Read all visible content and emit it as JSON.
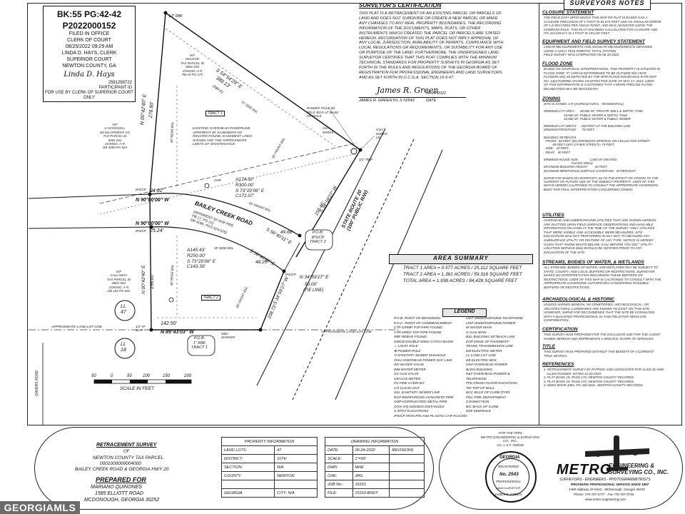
{
  "stamp": {
    "book_page": "BK:55 PG:42-42",
    "instrument": "P2022000152",
    "line1": "FILED IN OFFICE",
    "line2": "CLERK OF COURT",
    "line3": "08/25/2022 09:29 AM",
    "line4": "LINDA D. HAYS, CLERK",
    "line5": "SUPERIOR COURT",
    "line6": "NEWTON COUNTY, GA",
    "signature": "Linda D. Hays",
    "id": "2591298722",
    "participant": "PARTICIPANT ID",
    "note": "FOR USE BY CLERK OF SUPERIOR COURT ONLY"
  },
  "certification": {
    "title": "SURVEYOR'S CERTIFICATION",
    "text": "THIS PLAT IS A RETRACEMENT OF AN EXISTING PARCEL OR PARCELS OF\nLAND AND DOES NOT SUBDIVIDE OR CREATE A NEW PARCEL OR MAKE\nANY CHANGES TO ANY REAL PROPERTY BOUNDARIES. THE RECORDING\nINFORMATION OF THE DOCUMENTS, MAPS, PLATS, OR OTHER\nINSTRUMENTS WHICH CREATED THE PARCEL OR PARCELS ARE STATED\nHEREON. RECORDATION OF THIS PLAT DOES NOT IMPLY APPROVAL OF\nANY LOCAL JURISDICTION, AVAILABILITY OF PERMITS, COMPLIANCE WITH\nLOCAL REGULATIONS OR REQUIREMENTS, OR SUITABILITY FOR ANY USE\nOR PURPOSE OF THE LAND. FURTHERMORE, THE UNDERSIGNED LAND\nSURVEYOR CERTIFIES THAT THIS PLAT COMPLIES WITH THE MINIMUM\nTECHNICAL STANDARDS FOR PROPERTY SURVEYS IN GEORGIA AS SET\nFORTH IN THE RULES AND REGULATIONS OF THE GEORGIA BOARD OF\nREGISTRATION FOR PROFESSIONAL ENGINEERS AND LAND SURVEYORS\nAND AS SET FORTH IN O.C.G.A. SECTION 15-6-67.",
    "signature": "James R. Green",
    "sign_date": "06-24-2022",
    "signer": "JAMES R. GREEN P.L.S #2543",
    "date_label": "DATE"
  },
  "notes": {
    "title": "SURVEYORS NOTES",
    "closure_title": "CLOSURE STATEMENT",
    "closure_text": "THE FIELD DATA UPON WHICH THIS MAP OR PLAT IS BASED HAS A\nCLOSURE PRECISION OF 1 FOOT IN 81,674 FEET AND AN ANGULAR ERROR\nOF 1.6 SECONDS PER ANGLE POINT, AND WAS ADJUSTED USING THE\nCOMPASS RULE. THIS PLAT HAS BEEN CALCULATED FOR CLOSURE AND\nITS ACCURACY IS 1 FOOT IN 193,197 FEET.",
    "equipment_title": "EQUIPMENT AND FIELD SURVEY STATEMENT",
    "equipment_text": "LINEAR MEASUREMENTS AND ANGULAR MEASUREMENTS OBTAINED\nUSING A LEICA TS16 ROBOTIC TOTAL STATION\nFIELD SURVEY WAS COMPLETED ON 06-16-2022",
    "flood_title": "FLOOD ZONE",
    "flood_text": "BASED ON GRAPHICAL INTERPRETATION, THIS PROPERTY IS SITUATED IN\nFLOOD ZONE \"X\" (AREAS DETERMINED TO BE OUTSIDE 500 YEAR\nFLOODPLAIN) AS DEPICTED BY THE NFIP FLOOD INSURANCE RATE MAP\nNO. 13217C0095D HAVING AN EFFECTIVE DATE OF MAY 17, 2014. USER\nOF THIS INFORMATION IS CAUTIONED THAT A MORE PRECISE FLOOD\nDELINEATION MAY BE NECESSARY.",
    "zoning_title": "ZONING",
    "zoning_text": "SITE IS ZONED: A-R (AGRICULTURAL - RESIDENTIAL)\n\nMINIMUM LOT AREA:      60,000 SF; PRIVATE WELL & SEPTIC TANK\n                       43,560 SF; PUBLIC WATER & SEPTIC TANK\n                       43,560 SF; PUBLIC WATER & PUBLIC SEWER\n\nMINIMUM LOT WIDTH:     150 FEET AT THE BUILDING LINE\nMINIMUM FRONTAGE:      75 FEET\n\nBUILDING SETBACKS\n  FRONT:  60 FEET (MAJOR/MINOR ARTERIAL OR COLLECTOR STREET\n          40 FEET (ANY OTHER STREET)= 75 FEET\n  SIDE:   15 FEET\n  REAR:   40 FEET\n\nMINIMUM HOUSE SIZE:             1,600 SF (HEATED\n                                FLOOR AREA)\nMAXIMUM BUILDING HEIGHT:        40 FEET\nMAXIMUM IMPERVIOUS SURFACE COVERAGE:  20 PERCENT\n\nSURVEYOR MAKES NO WARRANTY AS TO THE EFFECT OF ZONING TO THE\nCURRENT OR FUTURE USE OF THE SUBJECT PROPERTY. USER OF THIS\nMAP IS HEREBY CAUTIONED TO CONSULT THE APPROPRIATE GOVERNING\nBODY FOR FINAL INTERPRETATION CONCERNING ZONING",
    "utilities_title": "UTILITIES",
    "utilities_text": "OVERHEAD AND UNDERGROUND UTILITIES THAT ARE SHOWN HEREON\nARE PLOTTED UPON FIELD SURFACE OBSERVATIONS AND AVAILABLE\nINFORMATION ON HAND AT THE TIME OF THE SURVEY. ONLY UTILITIES\nTHAT WERE VISIBLE AND ACCESSIBLE WERE MEASURED. SITE\nEXCAVATION WAS NOT PERFORMED IN ANY WAY TO MEASURE ANY\nSUBSURFACE UTILITY OR FEATURE OF ANY TYPE. NOTICE IS HEREBY\nGIVEN THAT \"KNOW WHATS BELOW. CALL BEFORE YOU DIG.\" UTILITY\nLOCATION SERVICE (811) SHOULD BE NOTIFIED PRIOR TO ANY\nEXCAVATION OF THE SITE.",
    "streams_title": "STREAMS, BODIES OF WATER, & WETLANDS",
    "streams_text": "ALL STREAMS, BODIES OF WATER, AND WETLANDS MAY BE SUBJECT TO\nSTATE, COUNTY, AND LOCAL BUFFERS OR RESTRICTIONS. SURVEYOR\nMAKES NO INTERPRETATION REGARDING THESE BUFFERS OR\nRESTRICTIONS. USER OF THIS MAP IS CAUTIONED TO CONSULT WITH THE\nAPPROPRIATE GOVERNING AUTHORITIES CONCERNING POSSIBLE\nBUFFERS OR RESTRICTIONS.",
    "arch_title": "ARCHAEOLOGICAL & HISTORIC",
    "arch_text": "UNLESS SHOWN HEREON, NO CEMETERIES, ARCHEOLOGICAL, OR\nARCHITECTURAL LANDMARKS ARE KNOWN TO EXIST ON THIS SITE.\nHOWEVER, SURVEYOR RECOMMENDS THAT THE SITE BE CONSULTED\nWITH A QUALIFIED PROFESSIONAL IN THIS FIELD FOR ABSOLUTE\nCONFIRMATION.",
    "cert_title": "CERTIFICATION",
    "cert_text": "THIS SURVEY WAS PREPARED FOR THE EXCLUSIVE USE FOR THE CLIENT\nNAMED HEREON AND REPRESENTS A SPECIFIC SCOPE OF SERVICES.",
    "title_title": "TITLE",
    "title_text": "THIS SURVEY WAS PREPARED WITHOUT THE BENEFIT OF A CURRENT\nTITLE SEARCH",
    "refs_title": "REFERENCES",
    "refs_text": "1. RETRACEMENT SURVEY BY PATRICK AND ASSOCIATES FOR ALICE ELAINE\n   ALLEN ROSSER. DATED 12-03-2015.\n2. PLAT BOOK 19, PAGE 173, NEWTON COUNTY RECORDS\n3. PLAT BOOK 19, PAGE 272, NEWTON COUNTY RECORDS\n4. DEED BOOK 4381, PG 420-4441, NEWTON COUNTY RECORDS"
  },
  "area_summary": {
    "title": "AREA SUMMARY",
    "rows": [
      "TRACT 1     AREA = 0.577 ACRES / 25,112 SQUARE FEET",
      "TRACT 2     AREA = 1.361 ACRES / 59,316 SQUARE FEET",
      "TOTAL       AREA = 1.938 ACRES / 84,428 SQUARE FEET"
    ]
  },
  "legend": {
    "title": "LEGEND",
    "left": [
      "P.O.B.   POINT OF BEGINNING",
      "P.O.C.   POINT OF COMMENCEMENT",
      "CTP      CRIMP TOP PIPE FOUND",
      "OTP      OPEN TOP PIPE FOUND",
      "RBF      REBAR FOUND",
      "DWCB     DOUBLE WING CATCH BASIN",
      "☼        LIGHT POLE",
      "⊕        POWER POLE",
      "⊙        SANITARY SEWER MANHOLE",
      "OHU      OVERHEAD POWER SVC LINE",
      "WV       WATER VALVE",
      "WM       WATER METER",
      "GV       GAS VALVE",
      "GM       GAS METER",
      "FH       FIRE HYDRANT",
      "CO       CLEAN OUT",
      "SSL      SANITARY SEWER LINE",
      "RCP      REINFORCED CONCRETE PIPE",
      "CMP      CORRUGATED METAL PIPE",
      "(XXX.XX) DEEDED DISTANCES",
      "X        SPOT ELEVATIONS",
      "IPS/CP   IRON PIN AND PLASTIC CAP PLACED"
    ],
    "right": [
      "UGT   UNDERGROUND TELEPHONE",
      "UGP   UNDERGROUND POWER",
      "W     WATER MAIN",
      "G     GAS MAIN",
      "BSL   BUILDING SETBACK LINE",
      "EOP   EDGE OF PAVEMENT",
      "TRANS TRANSMISSION LINE",
      "EM    ELECTRIC METER",
      "LL    LAND LOT LINE",
      "EB    ELECTRIC BOX",
      "OHP   OVERHEAD POWER",
      "BLDG  BUILDING",
      "P&T   OVERHEAD POWER &",
      "      TELEPHONE",
      "FFE   FINISH FLOOR ELEVATION",
      "TW    TOP OF WALL",
      "BCC   BACK OF CURB (TOP)",
      "FDC   FIRE DEPARTMENT",
      "      CONNECTION",
      "B/C   BACK OF CURB",
      "S/W   SIDEWALK"
    ]
  },
  "plat": {
    "bearing_1": "S 54°54'29\" E",
    "dist_1": "389.13'",
    "deed_1": "(389.4')",
    "bearing_west": "N 00°42'40\" E",
    "dist_west": "276.90'",
    "rbf_top": "1/2\" RBF",
    "mcleod": "N/F\nMCLEOD\nTAX PARCEL ID\n0001 039\nZONING: A-R\nPB 19 PG 175",
    "goodsell": "N/F\nS GOODSELL\nDEVELOPMENT CO\nTAX PARCEL ID\n0001 041\nZONING: A-R\nDB 4280 PG 524",
    "callaway": "N/F\nCALLAWAY\nTAX PARCEL ID\n0001 043\nZONING: A-R\nDB 192 PG 652",
    "overhead_note": "EXISTING OVERHEAD POWERLINE\nAPPARENT 30' EASEMENT NO\nRECORD FOUND. EASEMENT LINES\nSHOWN ARE THE APPROXIMATE\nLIMITS OF MAINTENANCE",
    "tract1_label": "TRACT 1",
    "tract2_label": "TRACT 2",
    "curve1": "A174.52'\nR300.00'\nS 73°20'06\" E\nC172.07'",
    "curve2": "A145.43'\nR250.00'\nS 73°20'06\" E\nC143.39'",
    "n90_1": "N 90°00'00\" W",
    "n90_2": "N 90°00'00\" W",
    "d2462": "24.62'",
    "d2524": "25.24'",
    "road_name": "BAILEY CREEK ROAD",
    "road_sub": "(APPARENT 50' R/W PER\nPB 17, PG 22)\nDB 4286, PGS 524-526)",
    "s56_1": "S 56°40'11\" E",
    "d4068": "49.68'",
    "s56_2": "S 56°40'11\" E",
    "d4825": "48.25'",
    "s34_1": "S 34°59'27\" W",
    "d15846": "158.46'",
    "s34_2": "S 34°59'27\" W",
    "d10873": "108.73'",
    "sr20": "STATE ROUTE 20\n(100' PUBLIC R/W)",
    "tie_bearing": "N 34°59'27\" E",
    "tie_dist": "50.00'",
    "tie_label": "(TIE LINE)",
    "pob1": "P.O.B.\n1\" RBF\nTRACT 1",
    "pob2": "P.O.B.\nIPS/CP\nTRACT 2",
    "n00_2": "N 00°42'40\" E",
    "d156": "156.00'",
    "n89": "N 89°43'03\" W",
    "d14250": "142.50'",
    "ll47": "LL\n47",
    "ll18": "LL\n18",
    "approx_ll": "APPROXIMATE LAND LOT LINE",
    "approx_ll2": "APPROXIMATE LAND LOT LINE",
    "power_pole": "POWER POLE W/\nTELE BOX AT BASE\nOF POLE",
    "guy_wires": "GUY\nWIRES",
    "guy_wires2": "GUY\nWIRES\n(4)",
    "rbf_right": "1/2\" RBF",
    "rbf_left": "1/2\" IP\n& CP",
    "rbf_marker": "RBO\nMARKER",
    "ips1": "IPS/CP",
    "ips2": "IPS/CP",
    "ips3": "IPS/CP",
    "gavers": "GAVERS ROAD",
    "bsl_15": "15' SIDE BSL",
    "bsl_15b": "15' SIDE BSL",
    "bsl_40": "40' REAR BSL",
    "bsl_40b": "40' REAR BSL",
    "bsl_60": "60' FRONT BSL",
    "bsl_60b": "60' FRONT BSL",
    "bsl_60c": "60' FRONT BSL",
    "ohp": "OHP"
  },
  "scale": {
    "ticks": [
      "50",
      "0",
      "50",
      "100",
      "150",
      "200"
    ],
    "label": "SCALE IN FEET"
  },
  "title_block": {
    "survey_type": "RETRACEMENT SURVEY",
    "of": "OF",
    "line1": "NEWTON COUNTY TAX PARCEL",
    "line2": "0001000000004000",
    "line3": "BAILEY CREEK ROAD & GEORGIA HWY 20",
    "prepared_for": "PREPARED FOR",
    "client": "MARIANO QUINONES",
    "address1": "1585 ELLIOTT ROAD",
    "address2": "MCDONOUGH, GEORGIA 30252",
    "prop_header": "PROPERTY INFORMATION",
    "prop_rows": [
      [
        "LAND LOTS:",
        "47"
      ],
      [
        "DISTRICT:",
        "10TH"
      ],
      [
        "SECTION:",
        "N/A"
      ],
      [
        "COUNTY:",
        "NEWTON"
      ],
      [
        "",
        ""
      ],
      [
        "GEORGIA",
        "CITY: N/A"
      ]
    ],
    "drawing_header": "DRAWING INFORMATION",
    "drawing_rows": [
      [
        "DATE:",
        "06-24-2022",
        "REVISIONS"
      ],
      [
        "SCALE:",
        "1\"=50'",
        ""
      ],
      [
        "DWN:",
        "MHE",
        ""
      ],
      [
        "CHK:",
        "JRG",
        ""
      ],
      [
        "JOB No.:",
        "15310",
        ""
      ],
      [
        "FILE:",
        "15310-BNDY",
        ""
      ]
    ]
  },
  "firm": {
    "for_firm": "FOR THE FIRM\nMETRO ENGINEERING & SURVEYING\nCO., INC.\nGA. L.S.F. #00538",
    "name": "METRO",
    "name2": "ENGINEERING &\nSURVEYING CO., INC.",
    "services": "SURVEYORS - ENGINEERS - PHOTOGRAMMETRISTS",
    "since": "PROVIDING PROFESSIONAL SERVICE SINCE 1967",
    "address": "1469 Highway 20 West - McDonough, Georgia 30253",
    "phone": "Phone: 770-707-0777 - Fax 770-707-0755",
    "web": "www.metro-engineering.com",
    "seal_top": "GEORGIA",
    "seal_reg": "REGISTERED",
    "seal_no": "No. 2543",
    "seal_prof": "PROFESSIONAL",
    "seal_name": "JAMES R. GREEN",
    "seal_ls": "LAND SURVEYOR"
  },
  "watermark": "GEORGIAMLS"
}
